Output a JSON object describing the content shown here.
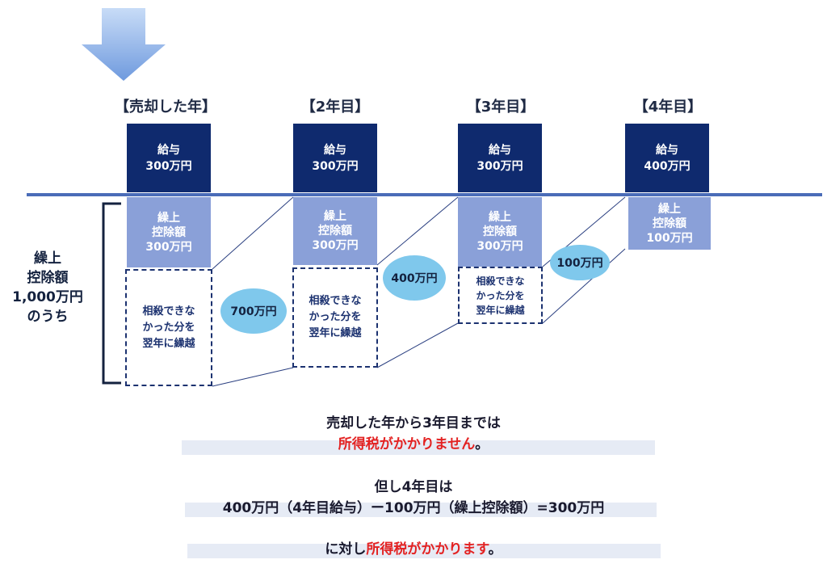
{
  "years": [
    {
      "title": "【売却した年】",
      "salary": [
        "給与",
        "300万円"
      ],
      "deduction": [
        "繰上",
        "控除額",
        "300万円"
      ],
      "carry": [
        "相殺できな",
        "かった分を",
        "翌年に繰越"
      ]
    },
    {
      "title": "【2年目】",
      "salary": [
        "給与",
        "300万円"
      ],
      "deduction": [
        "繰上",
        "控除額",
        "300万円"
      ],
      "carry": [
        "相殺できな",
        "かった分を",
        "翌年に繰越"
      ]
    },
    {
      "title": "【3年目】",
      "salary": [
        "給与",
        "300万円"
      ],
      "deduction": [
        "繰上",
        "控除額",
        "300万円"
      ],
      "carry": [
        "相殺できな",
        "かった分を",
        "翌年に繰越"
      ]
    },
    {
      "title": "【4年目】",
      "salary": [
        "給与",
        "400万円"
      ],
      "deduction": [
        "繰上",
        "控除額",
        "100万円"
      ]
    }
  ],
  "carry_amounts": [
    "700万円",
    "400万円",
    "100万円"
  ],
  "side_label": [
    "繰上",
    "控除額",
    "1,000万円",
    "のうち"
  ],
  "summary": {
    "line1": "売却した年から3年目までは",
    "line2_red": "所得税がかかりません",
    "line2_end": "。",
    "line3": "但し4年目は",
    "line4": "400万円（4年目給与）ー100万円（繰上控除額）=300万円",
    "line5_start": "に対し",
    "line5_red": "所得税がかかります",
    "line5_end": "。"
  },
  "colors": {
    "salary": "#0f2a6e",
    "deduction": "#8aa0d8",
    "carry_border": "#1c3270",
    "oval": "#7fc8ec",
    "baseline": "#4a6cb8",
    "arrow": "#7ba4e2",
    "emphasis": "#e32222"
  }
}
